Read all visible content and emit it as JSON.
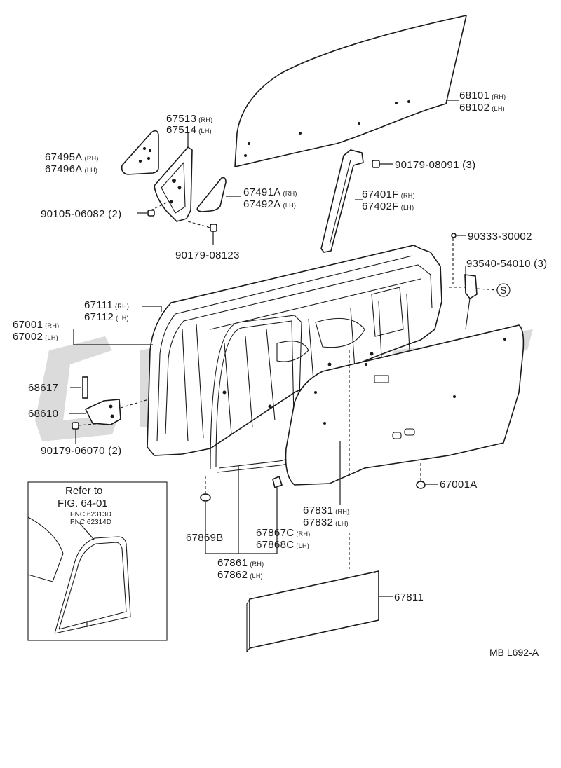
{
  "labels": {
    "p68101": "68101",
    "p68101_sfx": "(RH)",
    "p68102": "68102",
    "p68102_sfx": "(LH)",
    "p67513": "67513",
    "p67513_sfx": "(RH)",
    "p67514": "67514",
    "p67514_sfx": "(LH)",
    "p67495A": "67495A",
    "p67495A_sfx": "(RH)",
    "p67496A": "67496A",
    "p67496A_sfx": "(LH)",
    "p90179_08091": "90179-08091 (3)",
    "p67491A": "67491A",
    "p67491A_sfx": "(RH)",
    "p67492A": "67492A",
    "p67492A_sfx": "(LH)",
    "p67401F": "67401F",
    "p67401F_sfx": "(RH)",
    "p67402F": "67402F",
    "p67402F_sfx": "(LH)",
    "p90105_06082": "90105-06082 (2)",
    "p90179_08123": "90179-08123",
    "p90333_30002": "90333-30002",
    "p93540_54010": "93540-54010 (3)",
    "p67111": "67111",
    "p67111_sfx": "(RH)",
    "p67112": "67112",
    "p67112_sfx": "(LH)",
    "p67001": "67001",
    "p67001_sfx": "(RH)",
    "p67002": "67002",
    "p67002_sfx": "(LH)",
    "p68617": "68617",
    "p68610": "68610",
    "p90179_06070": "90179-06070 (2)",
    "p67001A": "67001A",
    "p67831": "67831",
    "p67831_sfx": "(RH)",
    "p67832": "67832",
    "p67832_sfx": "(LH)",
    "p67869B": "67869B",
    "p67867C": "67867C",
    "p67867C_sfx": "(RH)",
    "p67868C": "67868C",
    "p67868C_sfx": "(LH)",
    "p67861": "67861",
    "p67861_sfx": "(RH)",
    "p67862": "67862",
    "p67862_sfx": "(LH)",
    "p67811": "67811",
    "s_symbol": "S"
  },
  "refer_box": {
    "line1": "Refer to",
    "line2": "FIG. 64-01",
    "pnc1": "PNC 62313D",
    "pnc2": "PNC 62314D"
  },
  "diagram_code": "MB L692-A",
  "colors": {
    "ink": "#1a1a1a",
    "watermark": "#bdbdbd",
    "background": "#ffffff"
  }
}
